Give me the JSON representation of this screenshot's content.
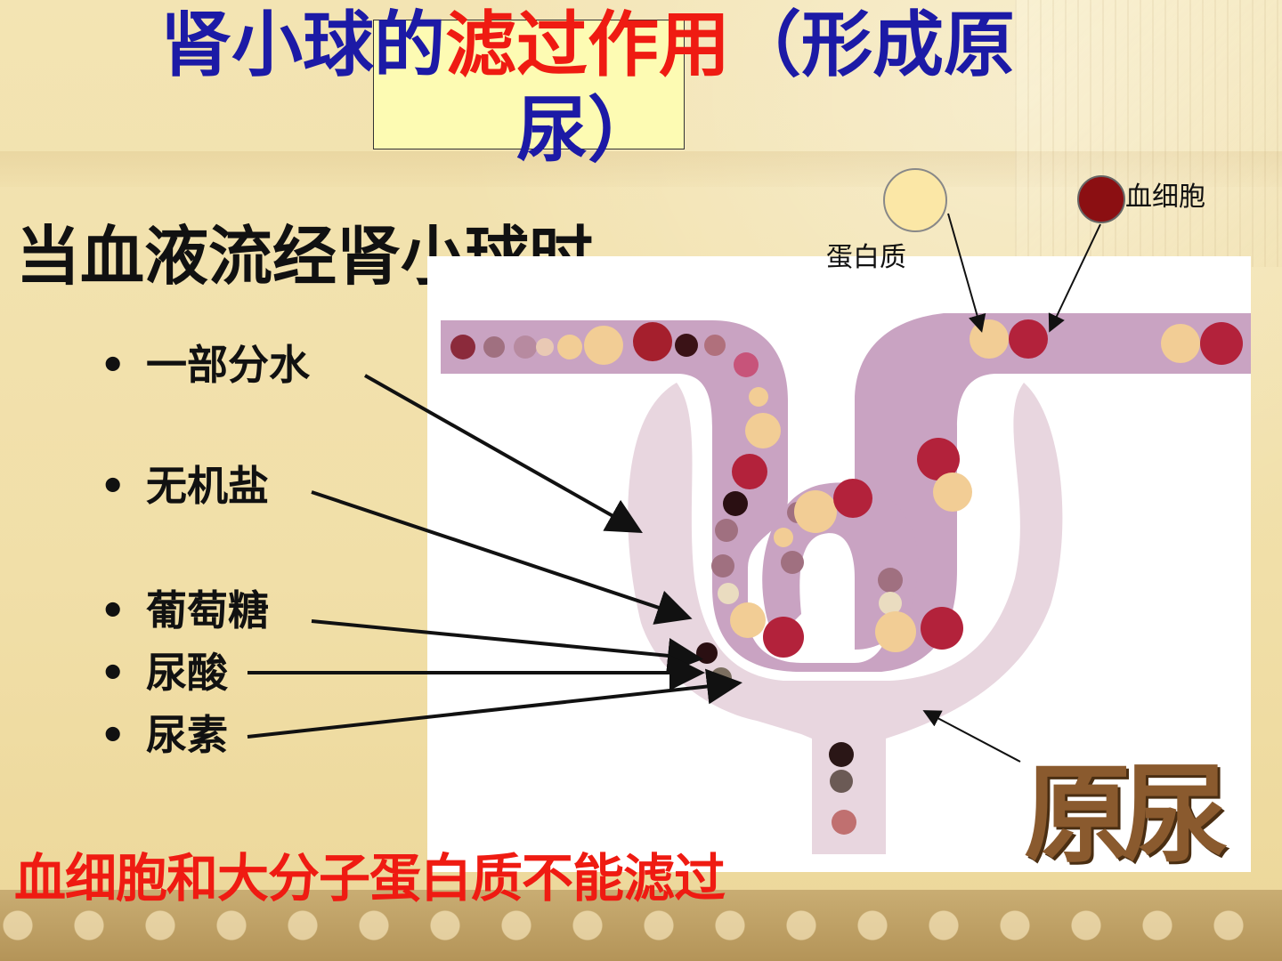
{
  "title": {
    "part1": "肾小球的",
    "part2": "滤过作用",
    "part3": "（形成原",
    "part4": "尿）"
  },
  "heading": "当血液流经肾小球时",
  "bullets": [
    {
      "text": "一部分水"
    },
    {
      "text": "无机盐"
    },
    {
      "text": "葡萄糖"
    },
    {
      "text": "尿酸"
    },
    {
      "text": "尿素"
    }
  ],
  "bullet_symbol": "•",
  "labels": {
    "protein": "蛋白质",
    "blood_cell": "血细胞",
    "primary_urine": "原尿"
  },
  "footer": "血细胞和大分子蛋白质不能滤过",
  "colors": {
    "title_blue": "#1c1aa6",
    "accent_red": "#ef1b12",
    "capsule": "#e7d4de",
    "capillary": "#c9a3c2",
    "blood_cell": "#8b0f12",
    "protein": "#f9e09a"
  }
}
